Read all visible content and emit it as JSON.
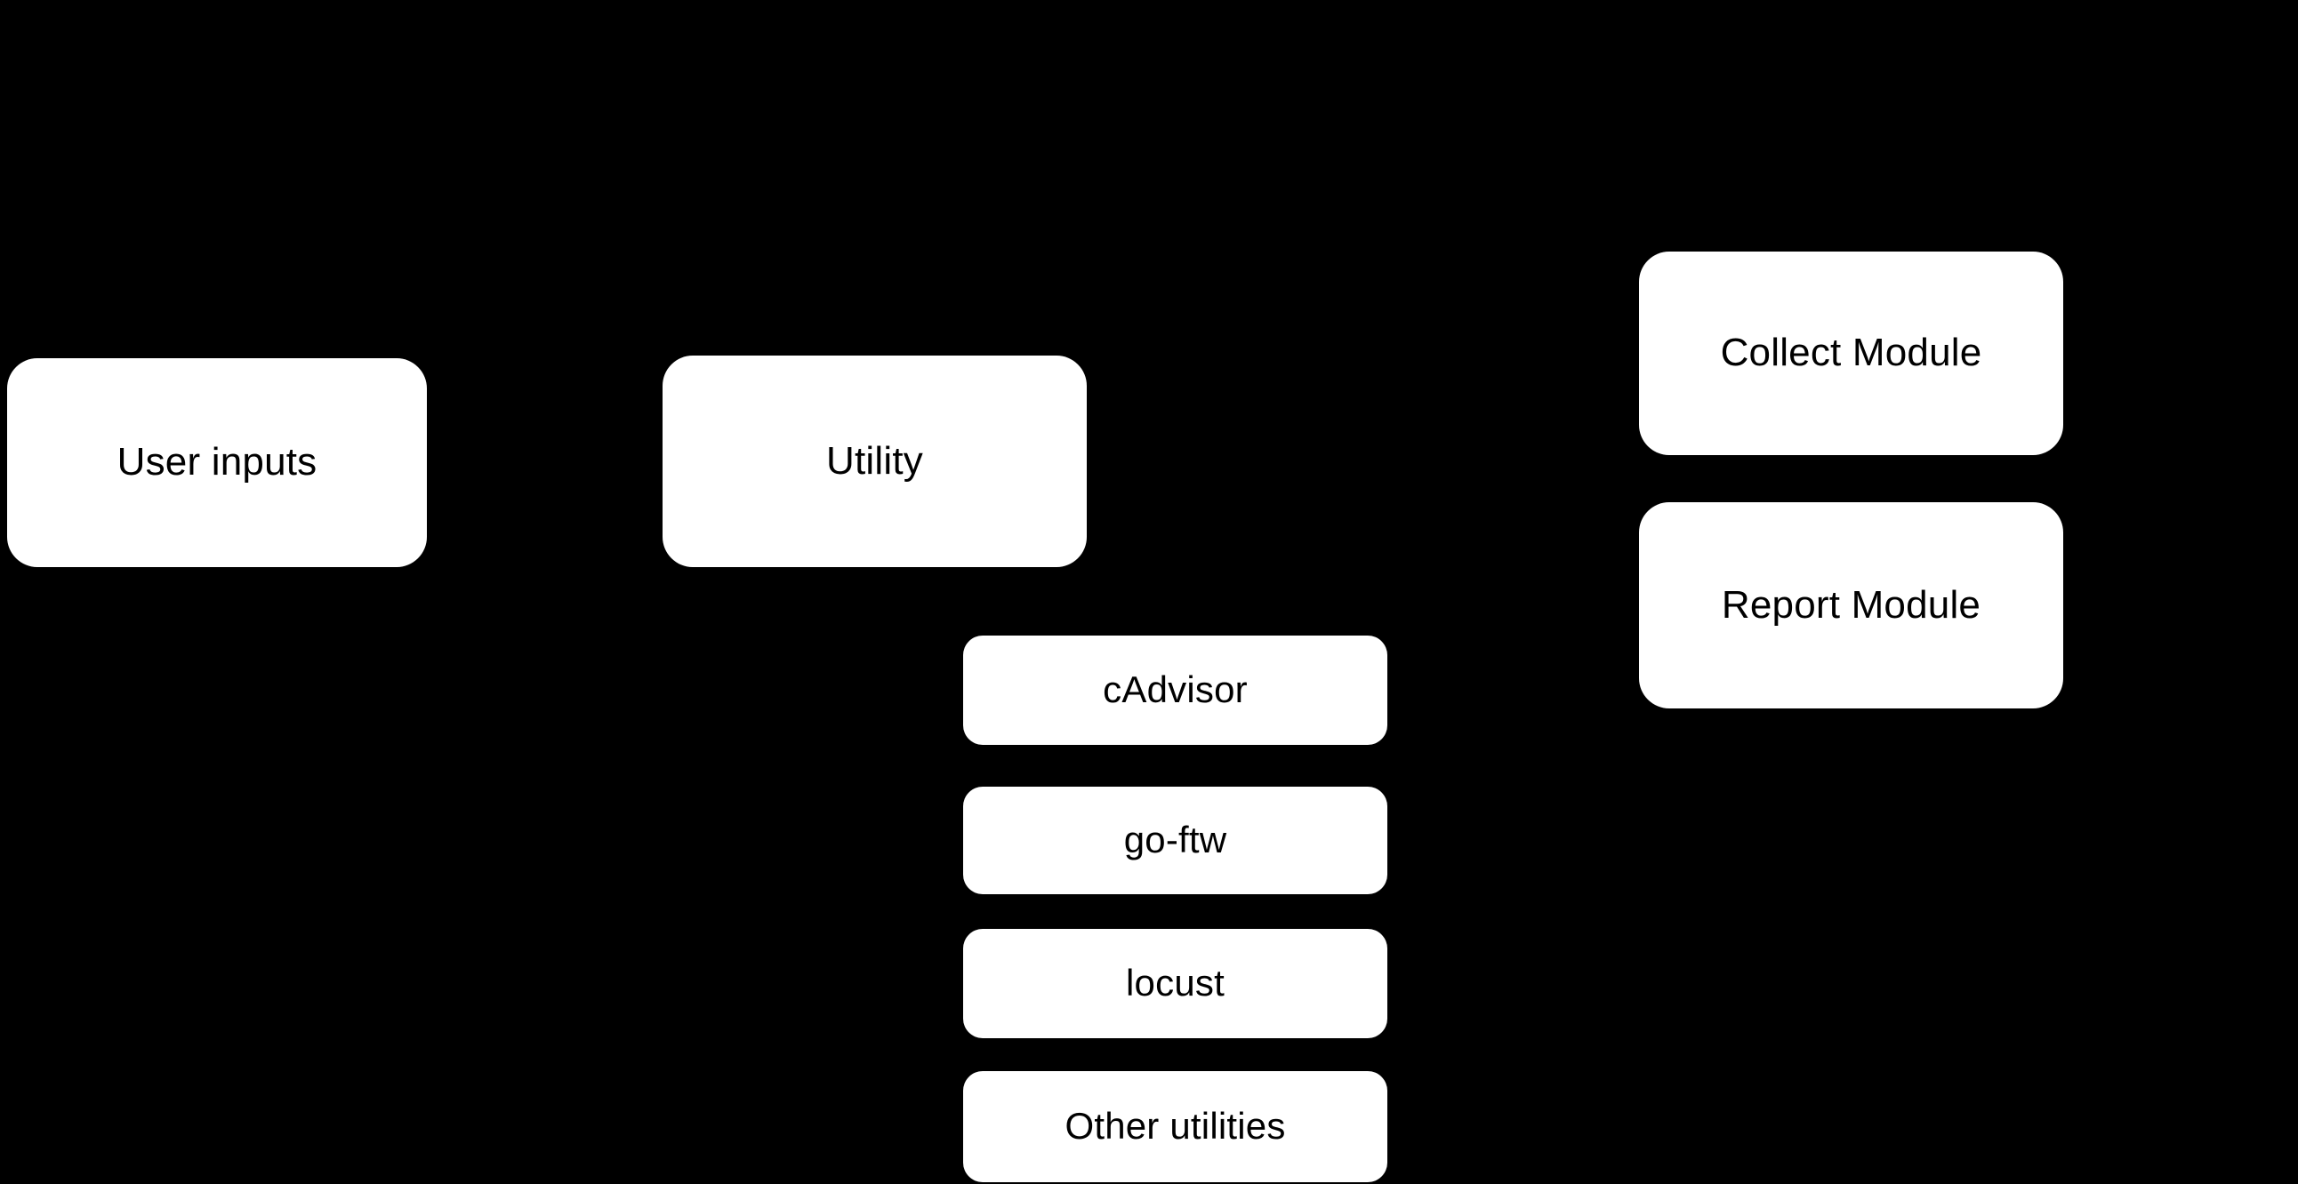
{
  "diagram": {
    "background_color": "#000000",
    "node_fill_color": "#ffffff",
    "node_text_color": "#000000",
    "nodes": [
      {
        "id": "user-inputs",
        "label": "User inputs"
      },
      {
        "id": "utility",
        "label": "Utility"
      },
      {
        "id": "cadvisor",
        "label": "cAdvisor"
      },
      {
        "id": "go-ftw",
        "label": "go-ftw"
      },
      {
        "id": "locust",
        "label": "locust"
      },
      {
        "id": "other-utilities",
        "label": "Other utilities"
      },
      {
        "id": "collect-module",
        "label": "Collect Module"
      },
      {
        "id": "report-module",
        "label": "Report Module"
      }
    ]
  }
}
